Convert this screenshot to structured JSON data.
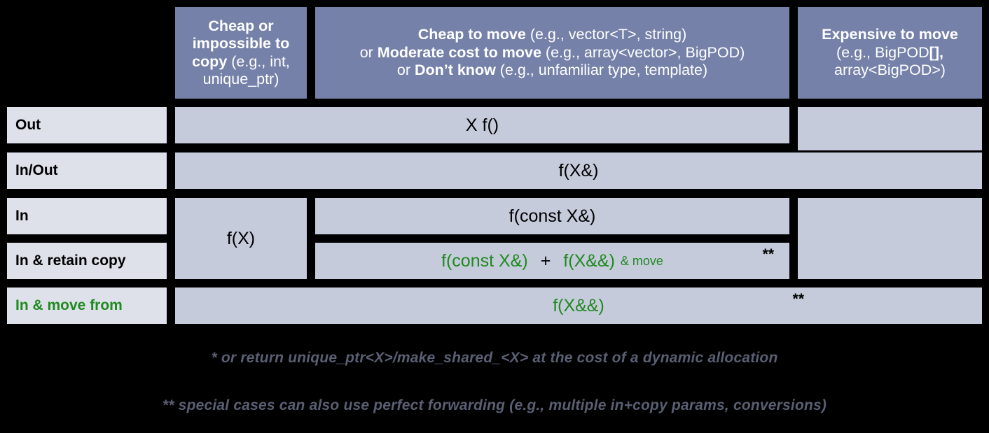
{
  "figure": {
    "title": "C++ parameter and return passing guidelines table",
    "colors": {
      "header_bg": "#7581a8",
      "header_text": "#ffffff",
      "row_label_bg": "#dfe1ea",
      "cell_bg": "#c6cbdc",
      "accent_green": "#1f8a1f",
      "footnote_text": "#5a5f73",
      "background": "#000000"
    }
  },
  "header": {
    "corner": "",
    "columns": [
      {
        "id": "cheap-or-impossible-to-copy",
        "lines": [
          {
            "strong": "Cheap or",
            "normal": ""
          },
          {
            "strong": "impossible to",
            "normal": ""
          },
          {
            "strong": "copy",
            "normal": " (e.g., int,"
          },
          {
            "strong": "",
            "normal": "unique_ptr)"
          }
        ],
        "plain": "Cheap or impossible to copy (e.g., int, unique_ptr)"
      },
      {
        "id": "cheap-moderate-or-dont-know",
        "lines": [
          {
            "strong": "Cheap to move",
            "normal": " (e.g., vector<T>, string)"
          },
          {
            "pre": "or ",
            "strong": "Moderate cost to move",
            "normal": " (e.g., array<vector>, BigPOD)"
          },
          {
            "pre": "or ",
            "strong": "Don’t know",
            "normal": " (e.g., unfamiliar type, template)"
          }
        ],
        "plain": "Cheap to move (e.g., vector<T>, string) or Moderate cost to move (e.g., array<vector>, BigPOD) or Don’t know (e.g., unfamiliar type, template)"
      },
      {
        "id": "expensive-to-move",
        "lines": [
          {
            "strong": "Expensive to move",
            "normal": ""
          },
          {
            "strong": "",
            "normal": "(e.g., BigPOD",
            "bold_tail": "[],"
          },
          {
            "strong": "",
            "normal": "array<BigPOD>)"
          }
        ],
        "plain": "Expensive to move (e.g., BigPOD[], array<BigPOD>)"
      }
    ]
  },
  "rows": [
    {
      "id": "out",
      "label": "Out"
    },
    {
      "id": "in-out",
      "label": "In/Out"
    },
    {
      "id": "in",
      "label": "In"
    },
    {
      "id": "in-and-retain-copy",
      "label": "In & retain copy"
    },
    {
      "id": "in-and-move-from",
      "label": "In & move from",
      "green": true
    }
  ],
  "cells": {
    "out_mid": {
      "text": "X f()"
    },
    "out_right": {
      "text": ""
    },
    "inout_all": {
      "text": "f(X&)"
    },
    "in_left": {
      "text": "f(X)"
    },
    "in_mid": {
      "text": "f(const X&)"
    },
    "in_right": {
      "text": ""
    },
    "retain_mid": {
      "part1": "f(const X&)",
      "plus": "+",
      "part2": "f(X&&)",
      "part3": "& move",
      "footnote_marker": "**"
    },
    "retain_right": {
      "text": ""
    },
    "movefrom_all": {
      "text": "f(X&&)",
      "footnote_marker": "**"
    }
  },
  "footnotes": [
    {
      "id": "footnote-1",
      "text": "* or return unique_ptr<X>/make_shared_<X> at the cost of a dynamic allocation"
    },
    {
      "id": "footnote-2",
      "text": "** special cases can also use perfect forwarding (e.g., multiple in+copy params, conversions)"
    }
  ]
}
